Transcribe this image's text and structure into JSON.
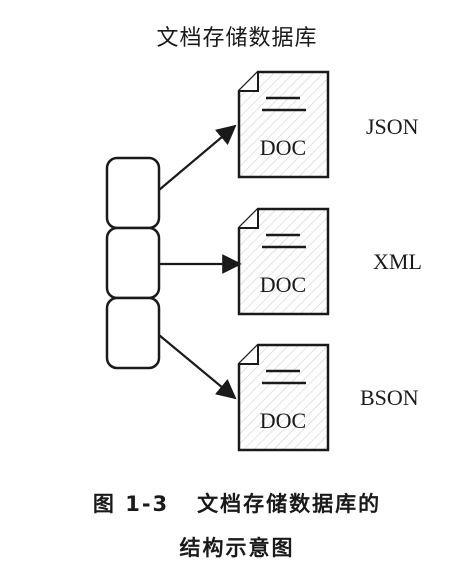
{
  "diagram": {
    "title": "文档存储数据库",
    "documents": [
      {
        "label": "DOC",
        "format": "JSON"
      },
      {
        "label": "DOC",
        "format": "XML"
      },
      {
        "label": "DOC",
        "format": "BSON"
      }
    ]
  },
  "caption": {
    "line1": "图 1-3   文档存储数据库的",
    "line2": "结构示意图"
  }
}
